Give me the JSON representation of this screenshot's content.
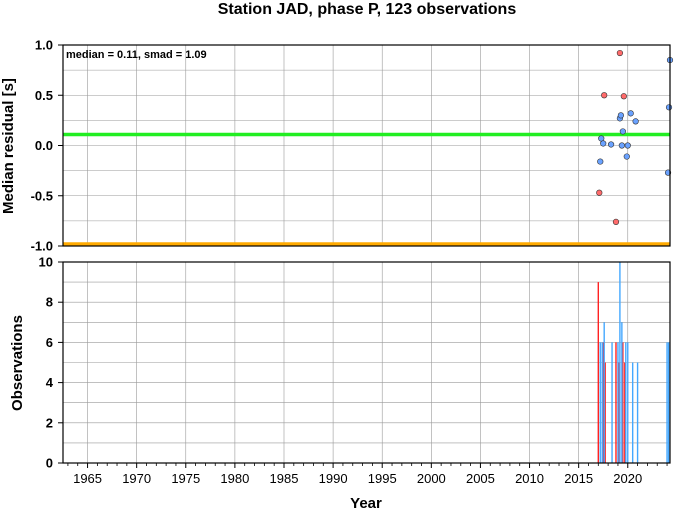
{
  "chart_data": [
    {
      "type": "scatter",
      "title": "Station JAD, phase P, 123 observations",
      "annotation": "median = 0.11, smad = 1.09",
      "ylabel": "Median residual [s]",
      "xlim": [
        1962.5,
        2024.3
      ],
      "ylim": [
        -1.0,
        1.0
      ],
      "yticks": [
        -1.0,
        -0.5,
        0.0,
        0.5,
        1.0
      ],
      "ytick_labels": [
        "-1.0",
        "-0.5",
        "0.0",
        "0.5",
        "1.0"
      ],
      "grid": true,
      "reference_lines": [
        {
          "y": 0.11,
          "color": "#22ee22"
        },
        {
          "y": -0.98,
          "color": "#ffaa00"
        }
      ],
      "series": [
        {
          "color": "#ff6b6b",
          "points": [
            {
              "x": 2017.1,
              "y": -0.47
            },
            {
              "x": 2017.6,
              "y": 0.5
            },
            {
              "x": 2018.8,
              "y": -0.76
            },
            {
              "x": 2019.2,
              "y": 0.92
            },
            {
              "x": 2019.6,
              "y": 0.49
            }
          ]
        },
        {
          "color": "#6aa2ff",
          "points": [
            {
              "x": 2017.2,
              "y": -0.16
            },
            {
              "x": 2017.3,
              "y": 0.07
            },
            {
              "x": 2017.5,
              "y": 0.02
            },
            {
              "x": 2018.3,
              "y": 0.01
            },
            {
              "x": 2019.2,
              "y": 0.27
            },
            {
              "x": 2019.3,
              "y": 0.3
            },
            {
              "x": 2019.4,
              "y": 0.0
            },
            {
              "x": 2019.5,
              "y": 0.14
            },
            {
              "x": 2019.9,
              "y": -0.11
            },
            {
              "x": 2020.0,
              "y": 0.0
            },
            {
              "x": 2020.3,
              "y": 0.32
            },
            {
              "x": 2020.8,
              "y": 0.24
            },
            {
              "x": 2024.1,
              "y": -0.27
            },
            {
              "x": 2024.2,
              "y": 0.38
            },
            {
              "x": 2024.3,
              "y": 0.85
            }
          ]
        }
      ]
    },
    {
      "type": "bar",
      "xlabel": "Year",
      "ylabel": "Observations",
      "xlim": [
        1962.5,
        2024.3
      ],
      "ylim": [
        0,
        10
      ],
      "yticks": [
        0,
        2,
        4,
        6,
        8,
        10
      ],
      "ytick_labels": [
        "0",
        "2",
        "4",
        "6",
        "8",
        "10"
      ],
      "xticks": [
        1965,
        1970,
        1975,
        1980,
        1985,
        1990,
        1995,
        2000,
        2005,
        2010,
        2015,
        2020
      ],
      "xtick_labels": [
        "1965",
        "1970",
        "1975",
        "1980",
        "1985",
        "1990",
        "1995",
        "2000",
        "2005",
        "2010",
        "2015",
        "2020"
      ],
      "grid": true,
      "series": [
        {
          "color": "#ff2222",
          "bars": [
            {
              "x": 2017.0,
              "value": 9
            },
            {
              "x": 2017.5,
              "value": 6
            },
            {
              "x": 2017.7,
              "value": 5
            },
            {
              "x": 2018.8,
              "value": 6
            },
            {
              "x": 2019.1,
              "value": 5
            },
            {
              "x": 2019.5,
              "value": 6
            },
            {
              "x": 2019.7,
              "value": 5
            }
          ]
        },
        {
          "color": "#44a8ff",
          "bars": [
            {
              "x": 2017.2,
              "value": 6
            },
            {
              "x": 2017.4,
              "value": 6
            },
            {
              "x": 2017.6,
              "value": 7
            },
            {
              "x": 2018.4,
              "value": 6
            },
            {
              "x": 2019.0,
              "value": 6
            },
            {
              "x": 2019.2,
              "value": 10
            },
            {
              "x": 2019.4,
              "value": 7
            },
            {
              "x": 2019.8,
              "value": 6
            },
            {
              "x": 2020.0,
              "value": 6
            },
            {
              "x": 2020.5,
              "value": 5
            },
            {
              "x": 2021.0,
              "value": 5
            },
            {
              "x": 2024.0,
              "value": 6
            },
            {
              "x": 2024.2,
              "value": 6
            }
          ]
        }
      ]
    }
  ]
}
